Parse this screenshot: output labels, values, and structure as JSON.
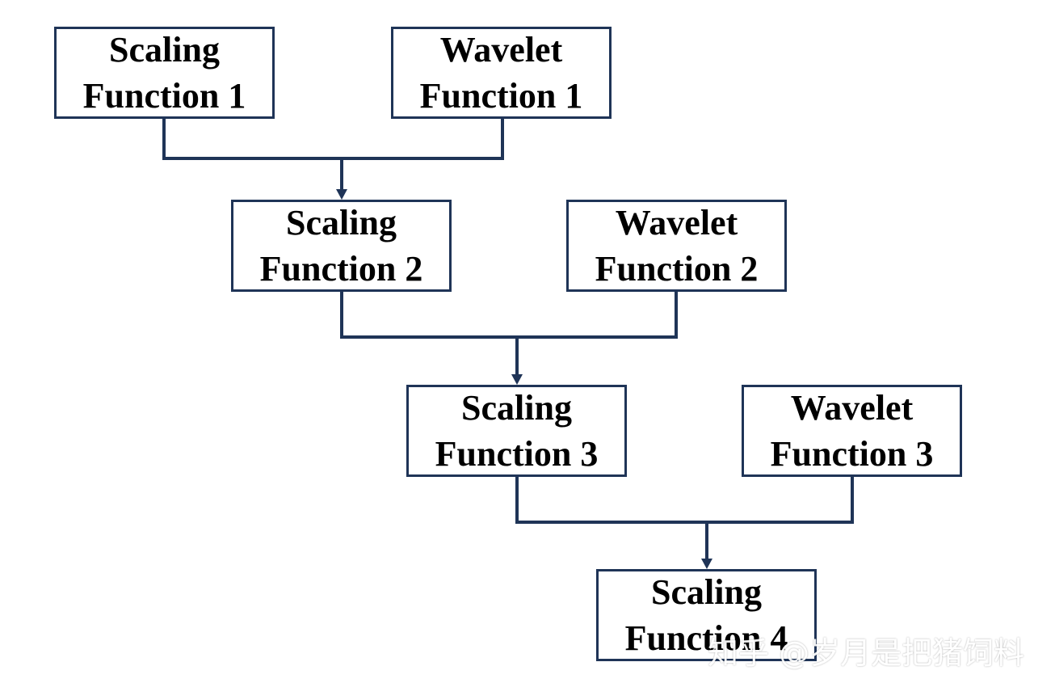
{
  "diagram": {
    "nodes": [
      {
        "id": "s1",
        "lines": [
          "Scaling",
          "Function 1"
        ]
      },
      {
        "id": "w1",
        "lines": [
          "Wavelet",
          "Function 1"
        ]
      },
      {
        "id": "s2",
        "lines": [
          "Scaling",
          "Function 2"
        ]
      },
      {
        "id": "w2",
        "lines": [
          "Wavelet",
          "Function 2"
        ]
      },
      {
        "id": "s3",
        "lines": [
          "Scaling",
          "Function 3"
        ]
      },
      {
        "id": "w3",
        "lines": [
          "Wavelet",
          "Function 3"
        ]
      },
      {
        "id": "s4",
        "lines": [
          "Scaling",
          "Function 4"
        ]
      }
    ],
    "edges": [
      {
        "from": [
          "s1",
          "w1"
        ],
        "to": "s2"
      },
      {
        "from": [
          "s2",
          "w2"
        ],
        "to": "s3"
      },
      {
        "from": [
          "s3",
          "w3"
        ],
        "to": "s4"
      }
    ],
    "colors": {
      "border": "#1f3457",
      "connector": "#1f3457",
      "text": "#000000",
      "background": "#ffffff"
    }
  },
  "watermark": {
    "text": "知乎 @岁月是把猪饲料"
  }
}
